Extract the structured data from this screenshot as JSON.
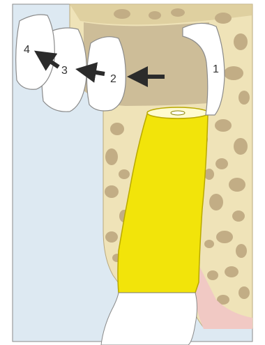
{
  "labels": {
    "one": "1",
    "two": "2",
    "three": "3",
    "four": "4"
  },
  "colors": {
    "background": "#dde9f2",
    "bone": "#efe3b8",
    "marrow_space": "#c2ad85",
    "compressed_zone": "#cdbd98",
    "implant": "#f2e40a",
    "implant_edge": "#b8a800",
    "fragment": "#ffffff",
    "fragment_outline": "#8a8a8a",
    "soft_tissue": "#f1c9c4",
    "arrow": "#2b2b2b",
    "frame": "#8a8a8a"
  }
}
